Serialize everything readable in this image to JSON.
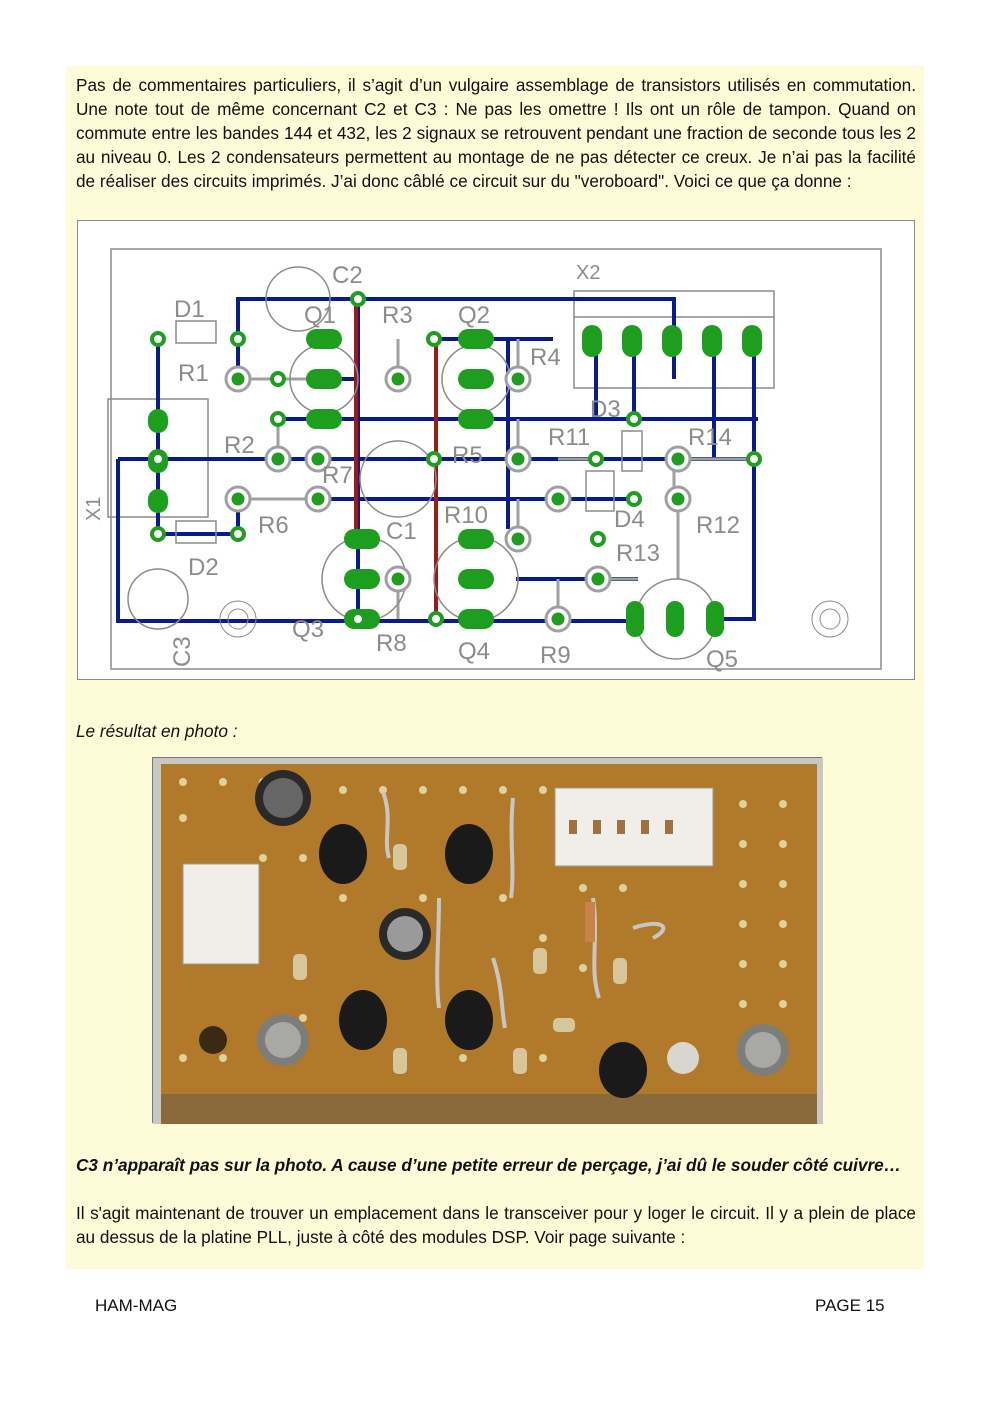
{
  "intro_paragraph": "Pas de commentaires particuliers, il s’agit d’un vulgaire assemblage de transistors utilisés en commutation. Une note tout de même concernant C2 et C3 : Ne pas les omettre ! Ils ont un rôle de tampon. Quand on commute entre les bandes 144 et 432, les 2 signaux se retrouvent pendant une fraction de seconde tous les 2 au niveau 0. Les 2 condensateurs permettent au montage de ne pas détecter ce creux. Je n’ai pas la facilité de réaliser des circuits imprimés. J’ai donc câblé ce circuit sur du \"veroboard\". Voici ce que ça donne :",
  "schematic": {
    "labels": {
      "c2": "C2",
      "d1": "D1",
      "r1": "R1",
      "q1": "Q1",
      "r3": "R3",
      "q2": "Q2",
      "r4": "R4",
      "x2": "X2",
      "d3": "D3",
      "r11": "R11",
      "r14": "R14",
      "r2": "R2",
      "r7": "R7",
      "r5": "R5",
      "x1": "X1",
      "r6": "R6",
      "c1": "C1",
      "r10": "R10",
      "d4": "D4",
      "r12": "R12",
      "r13": "R13",
      "d2": "D2",
      "c3": "C3",
      "q3": "Q3",
      "r8": "R8",
      "q4": "Q4",
      "r9": "R9",
      "q5": "Q5"
    },
    "colors": {
      "trace": "#0a1a8f",
      "pad": "#1e9e1e",
      "jumper": "#a01818",
      "outline": "#8c8c8c",
      "wire": "#a0a0a0"
    }
  },
  "photo_caption": "Le résultat en photo :",
  "photo": {
    "board_color": "#b07a2a",
    "background": "#c9c7c4"
  },
  "note_bold": "C3 n’apparaît pas sur la photo. A cause d’une petite erreur de perçage, j’ai dû le souder côté cuivre…",
  "closing_paragraph": "Il s'agit maintenant de trouver un emplacement dans le transceiver pour y loger le circuit. Il y a plein de place au dessus de la platine PLL, juste à côté des modules DSP. Voir page suivante :",
  "footer": {
    "left": "HAM-MAG",
    "right": "PAGE 15"
  }
}
